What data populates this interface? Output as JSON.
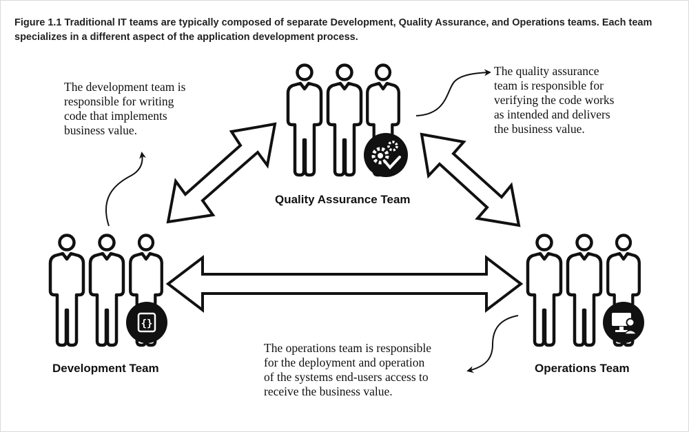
{
  "figure": {
    "caption_line1": "Figure 1.1 Traditional IT teams are typically composed of separate Development, Quality Assurance, and Operations teams. Each team",
    "caption_line2": "specializes in a different aspect of the application development process."
  },
  "teams": {
    "development": {
      "label": "Development Team",
      "icon": "code-braces-icon",
      "note": [
        "The development team is",
        "responsible for writing",
        "code that implements",
        "business value."
      ]
    },
    "qa": {
      "label": "Quality Assurance Team",
      "icon": "gears-check-icon",
      "note": [
        "The quality assurance",
        "team is responsible for",
        "verifying the code works",
        "as intended and delivers",
        "the business value."
      ]
    },
    "operations": {
      "label": "Operations Team",
      "icon": "monitor-user-icon",
      "note": [
        "The operations team is responsible",
        "for the deployment and operation",
        "of the systems end-users access to",
        "receive the business value."
      ]
    }
  },
  "colors": {
    "ink": "#111111",
    "caption": "#222222",
    "border": "#d9d9d9"
  }
}
